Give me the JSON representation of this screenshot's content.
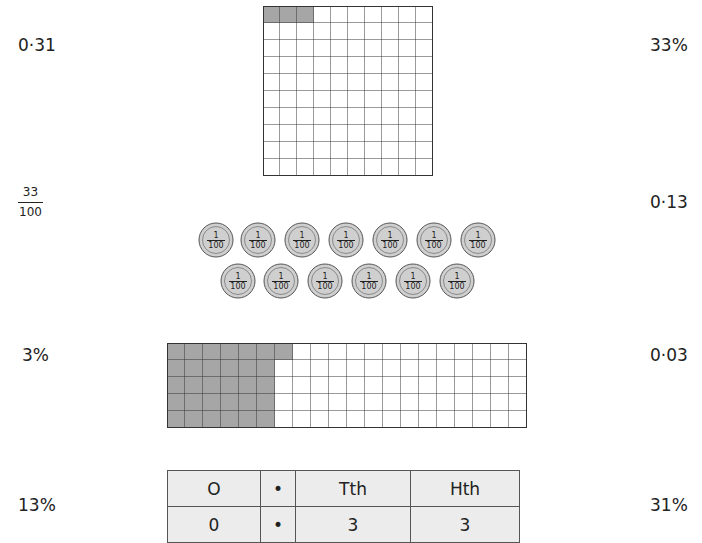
{
  "diagram": {
    "nodes": [
      {
        "text": [
          "1",
          "100"
        ]
      },
      {
        "text": [
          "1",
          "100"
        ]
      },
      {
        "text": [
          "1",
          "100"
        ]
      },
      {
        "text": [
          "1",
          "100"
        ]
      },
      {
        "text": [
          "1",
          "100"
        ]
      },
      {
        "text": [
          "1",
          "100"
        ]
      },
      {
        "text": [
          "1",
          "100"
        ]
      },
      {
        "text": [
          "1",
          "100"
        ]
      },
      {
        "text": [
          "1",
          "100"
        ]
      },
      {
        "text": [
          "1",
          "100"
        ]
      },
      {
        "text": [
          "1",
          "100"
        ]
      },
      {
        "text": [
          "1",
          "100"
        ]
      },
      {
        "text": [
          "1",
          "100"
        ]
      }
    ],
    "labels": [
      "0·31",
      "33%",
      "33",
      "100",
      "0·13",
      "3%",
      "0·03",
      "13%",
      "31%",
      "O",
      "•",
      "Tth",
      "Hth",
      "0",
      "•",
      "3",
      "3"
    ]
  }
}
